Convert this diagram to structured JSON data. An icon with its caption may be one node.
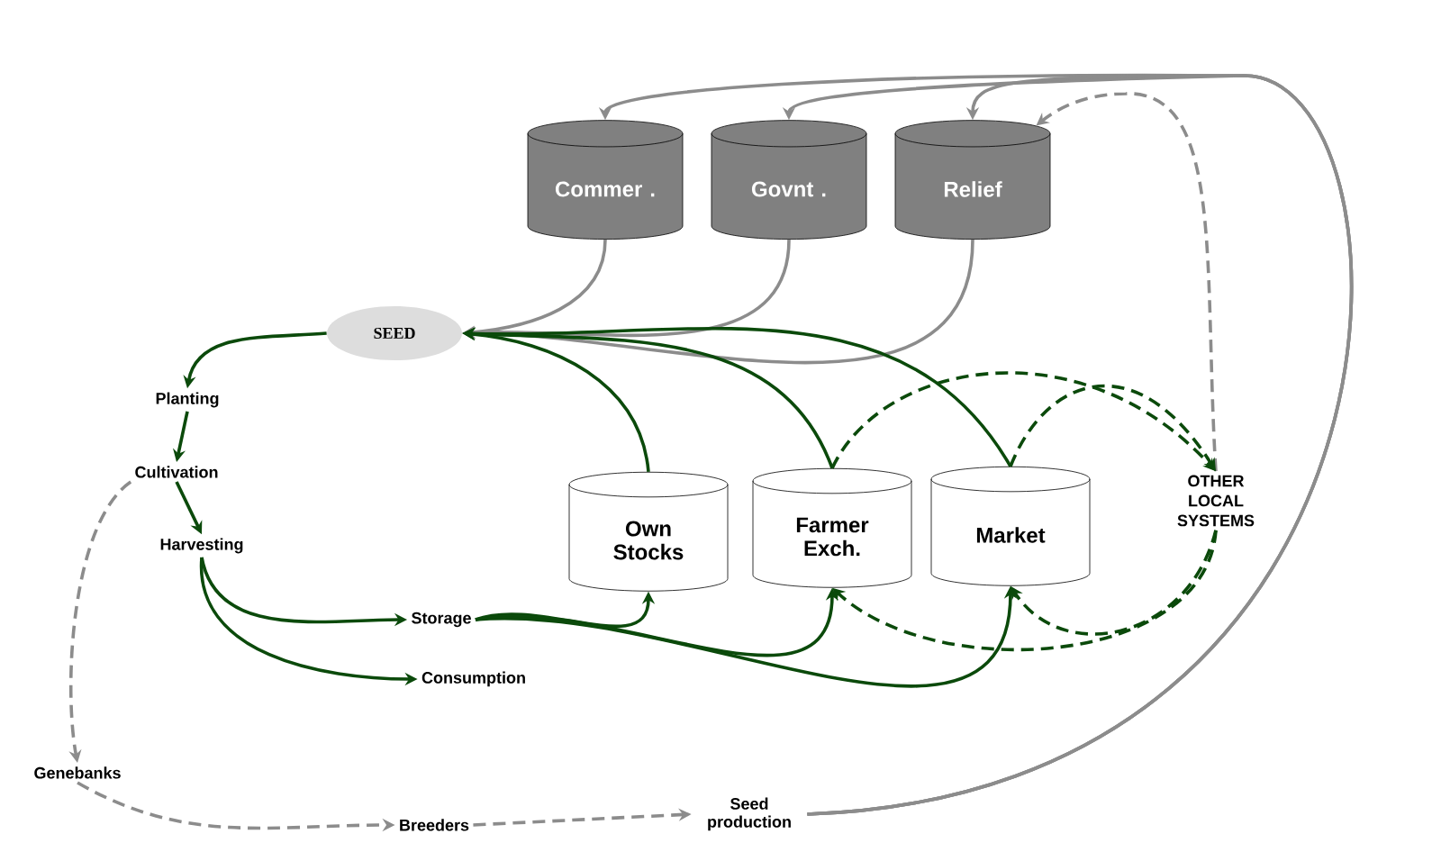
{
  "diagram": {
    "nodes": [
      {
        "text": [
          "Commer ."
        ]
      },
      {
        "text": [
          "Govnt ."
        ]
      },
      {
        "text": [
          "Relief"
        ]
      },
      {
        "text": [
          "SEED"
        ]
      },
      {
        "text": [
          "Planting"
        ]
      },
      {
        "text": [
          "Cultivation"
        ]
      },
      {
        "text": [
          "Harvesting"
        ]
      },
      {
        "text": [
          "Storage"
        ]
      },
      {
        "text": [
          "Consumption"
        ]
      },
      {
        "text": [
          "Own Stocks"
        ]
      },
      {
        "text": [
          "Farmer Exch."
        ]
      },
      {
        "text": [
          "Market"
        ]
      },
      {
        "text": [
          "OTHER LOCAL SYSTEMS"
        ]
      },
      {
        "text": [
          "Genebanks"
        ]
      },
      {
        "text": [
          "Breeders"
        ]
      },
      {
        "text": [
          "Seed production"
        ]
      }
    ],
    "edges": [
      {
        "from": 15,
        "to": 0,
        "arrow": "to",
        "color": "#8c8c8c"
      },
      {
        "from": 15,
        "to": 1,
        "arrow": "to",
        "color": "#8c8c8c"
      },
      {
        "from": 15,
        "to": 2,
        "arrow": "to",
        "color": "#8c8c8c"
      },
      {
        "from": 0,
        "to": 3,
        "arrow": "to",
        "color": "#8c8c8c"
      },
      {
        "from": 1,
        "to": 3,
        "arrow": "to",
        "color": "#8c8c8c"
      },
      {
        "from": 2,
        "to": 3,
        "arrow": "to",
        "color": "#8c8c8c"
      },
      {
        "from": 12,
        "to": 2,
        "arrow": "to",
        "style": "dashed",
        "color": "#8c8c8c"
      },
      {
        "from": 3,
        "to": 4,
        "arrow": "to"
      },
      {
        "from": 4,
        "to": 5,
        "arrow": "to"
      },
      {
        "from": 5,
        "to": 6,
        "arrow": "to"
      },
      {
        "from": 6,
        "to": 7,
        "arrow": "to"
      },
      {
        "from": 6,
        "to": 8,
        "arrow": "to"
      },
      {
        "from": 7,
        "to": 9,
        "arrow": "to"
      },
      {
        "from": 7,
        "to": 10,
        "arrow": "to"
      },
      {
        "from": 7,
        "to": 11,
        "arrow": "to"
      },
      {
        "from": 9,
        "to": 3,
        "arrow": "to"
      },
      {
        "from": 10,
        "to": 3,
        "arrow": "to"
      },
      {
        "from": 11,
        "to": 3,
        "arrow": "to"
      },
      {
        "from": 10,
        "to": 12,
        "arrow": "to",
        "style": "dashed"
      },
      {
        "from": 11,
        "to": 12,
        "arrow": "to",
        "style": "dashed"
      },
      {
        "from": 12,
        "to": 10,
        "arrow": "to",
        "style": "dashed"
      },
      {
        "from": 12,
        "to": 11,
        "arrow": "to",
        "style": "dashed"
      },
      {
        "from": 5,
        "to": 13,
        "arrow": "to",
        "style": "dashed",
        "color": "#8c8c8c"
      },
      {
        "from": 13,
        "to": 14,
        "arrow": "to",
        "style": "dashed",
        "color": "#8c8c8c"
      },
      {
        "from": 14,
        "to": 15,
        "arrow": "to",
        "style": "dashed",
        "color": "#8c8c8c"
      }
    ]
  }
}
